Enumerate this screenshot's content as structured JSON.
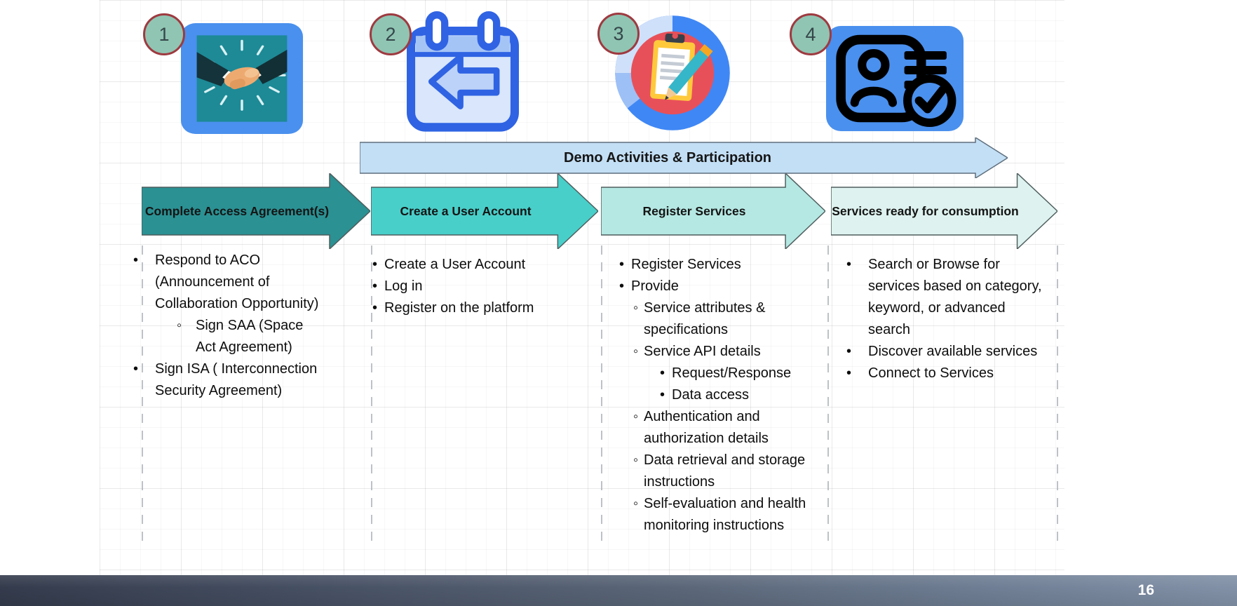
{
  "slide": {
    "page_number": "16",
    "banner": {
      "label": "Demo Activities & Participation",
      "fill": "#c3dff5"
    },
    "palette": {
      "badge_fill": "#90c5b3",
      "badge_border": "#9e3a40",
      "icon_blue": "#4a90ee",
      "bottom_bar_left": "#343b4c",
      "bottom_bar_right": "#8291a7"
    },
    "steps": [
      {
        "number": "1",
        "icon": "handshake-icon",
        "arrow": {
          "label": "Complete Access Agreement(s)",
          "fill": "#2b9193"
        },
        "bullets": [
          {
            "level": 0,
            "text": "Respond to ACO (Announcement of Collaboration Opportunity)"
          },
          {
            "level": 1,
            "text": "Sign SAA (Space Act Agreement)"
          },
          {
            "level": 0,
            "text": "Sign ISA ( Interconnection Security Agreement)"
          }
        ]
      },
      {
        "number": "2",
        "icon": "calendar-back-icon",
        "arrow": {
          "label": "Create a User Account",
          "fill": "#49cfca"
        },
        "bullets": [
          {
            "level": 0,
            "text": "Create a User Account"
          },
          {
            "level": 0,
            "text": "Log in"
          },
          {
            "level": 0,
            "text": "Register on the platform"
          }
        ]
      },
      {
        "number": "3",
        "icon": "clipboard-pie-chart-icon",
        "arrow": {
          "label": "Register Services",
          "fill": "#b5e8e3"
        },
        "bullets": [
          {
            "level": 0,
            "text": "Register Services"
          },
          {
            "level": 0,
            "text": "Provide"
          },
          {
            "level": 1,
            "text": "Service attributes & specifications"
          },
          {
            "level": 1,
            "text": "Service API details"
          },
          {
            "level": 2,
            "text": "Request/Response"
          },
          {
            "level": 2,
            "text": "Data access"
          },
          {
            "level": 1,
            "text": "Authentication and authorization details"
          },
          {
            "level": 1,
            "text": "Data retrieval and storage instructions"
          },
          {
            "level": 1,
            "text": "Self-evaluation and health monitoring instructions"
          }
        ]
      },
      {
        "number": "4",
        "icon": "id-card-check-icon",
        "arrow": {
          "label": "Services ready for consumption",
          "fill": "#def3ef"
        },
        "bullets": [
          {
            "level": 0,
            "text": "Search or Browse for services based on category, keyword, or advanced search"
          },
          {
            "level": 0,
            "text": "Discover available services"
          },
          {
            "level": 0,
            "text": "Connect to Services"
          }
        ]
      }
    ]
  }
}
